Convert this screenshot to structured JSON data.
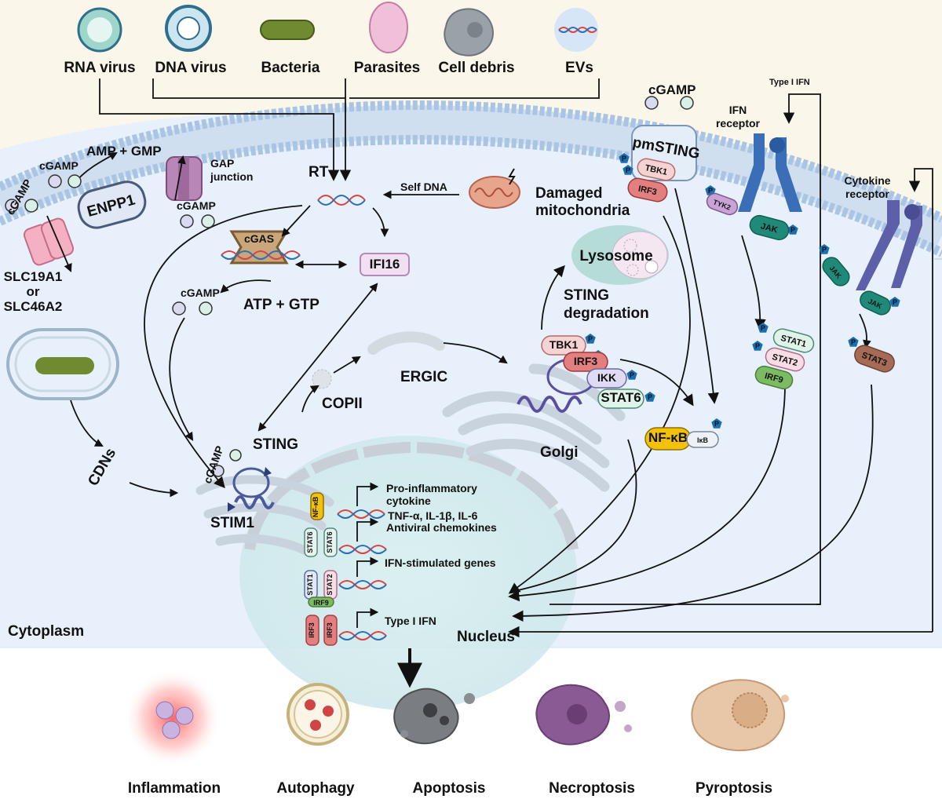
{
  "sources": [
    "RNA virus",
    "DNA virus",
    "Bacteria",
    "Parasites",
    "Cell debris",
    "EVs"
  ],
  "membrane": {
    "cgamp": "cGAMP",
    "amp_gmp": "AMP + GMP",
    "enpp1": "ENPP1",
    "gap_junction": [
      "GAP",
      "junction"
    ],
    "slc": [
      "SLC19A1",
      "or",
      "SLC46A2"
    ],
    "rt": "RT",
    "self_dna": "Self DNA",
    "damaged_mito": [
      "Damaged",
      "mitochondria"
    ],
    "pmsting": "pmSTING",
    "tbk1": "TBK1",
    "irf3": "IRF3",
    "ifn_receptor": [
      "IFN",
      "receptor"
    ],
    "type_i_ifn": "Type I IFN",
    "tyk2": "TYK2",
    "jak": "JAK",
    "cytokine_receptor": [
      "Cytokine",
      "receptor"
    ],
    "p": "P"
  },
  "cytoplasm": {
    "cgas": "cGAS",
    "ifi16": "IFI16",
    "atp_gtp": "ATP + GTP",
    "cdns": "CDNs",
    "sting": "STING",
    "stim1": "STIM1",
    "copii": "COPII",
    "ergic": "ERGIC",
    "golgi": "Golgi",
    "lysosome": "Lysosome",
    "sting_degradation": [
      "STING",
      "degradation"
    ],
    "ikk": "IKK",
    "stat6": "STAT6",
    "nfkb": "NF-κB",
    "ikb": "IκB",
    "stat1": "STAT1",
    "stat2": "STAT2",
    "irf9": "IRF9",
    "stat3": "STAT3",
    "cytoplasm_label": "Cytoplasm",
    "nucleus_label": "Nucleus"
  },
  "nucleus": {
    "nfkb_short": "NF-κB",
    "genes": [
      "Pro-inflammatory",
      "cytokine",
      "TNF-α, IL-1β, IL-6",
      "Antiviral chemokines",
      "IFN-stimulated genes",
      "Type I IFN"
    ]
  },
  "outcomes": [
    "Inflammation",
    "Autophagy",
    "Apoptosis",
    "Necroptosis",
    "Pyroptosis"
  ],
  "colors": {
    "cytoplasm": "#e8f1fb",
    "nucleus": "#d6ecef",
    "membrane_head": "#a9c5e3",
    "extracellular": "#fbf6ea",
    "tbk1": "#f6d3d3",
    "irf3": "#e47f80",
    "jak": "#1f8a78",
    "phospho": "#1a6fb3",
    "nfkb": "#f2c10a",
    "stat3": "#a56b55",
    "irf9": "#7dbb63"
  }
}
